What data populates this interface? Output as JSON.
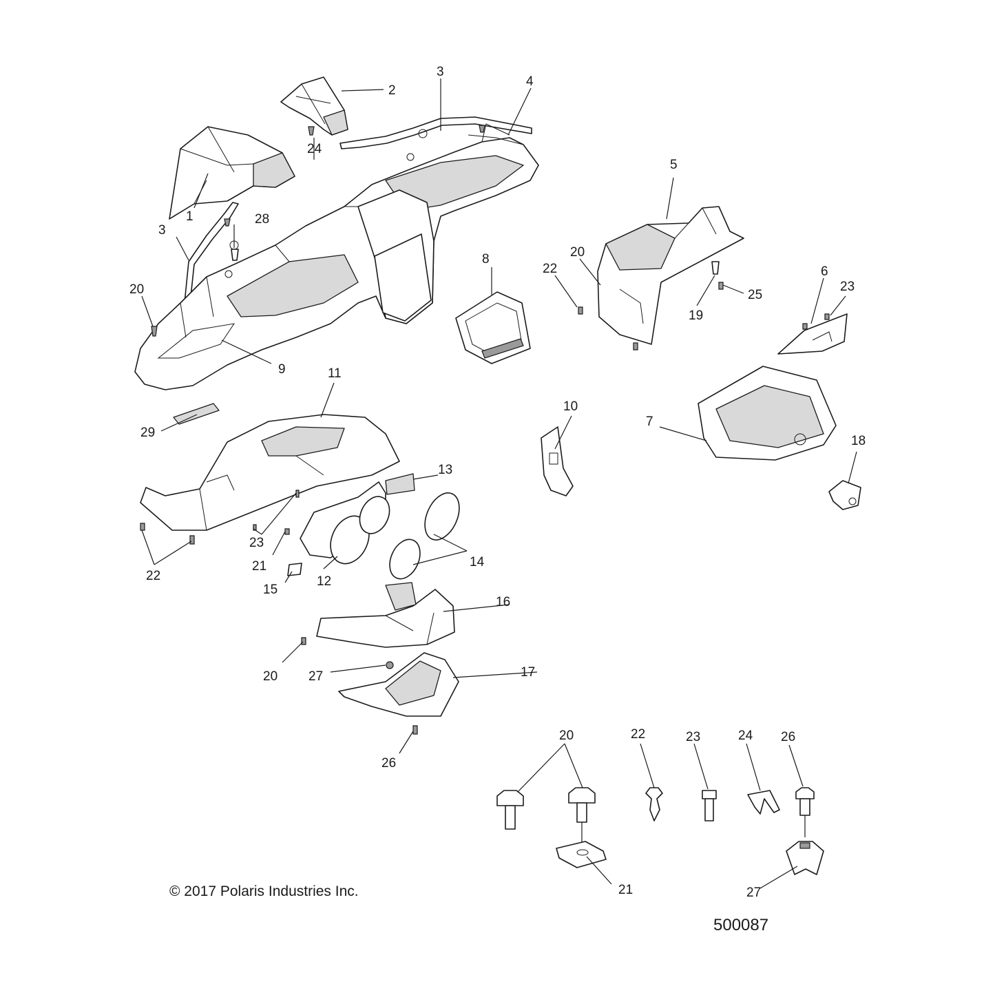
{
  "callouts": {
    "c1": "1",
    "c2": "2",
    "c3a": "3",
    "c3b": "3",
    "c4": "4",
    "c5": "5",
    "c6": "6",
    "c7": "7",
    "c8": "8",
    "c9": "9",
    "c10": "10",
    "c11": "11",
    "c12": "12",
    "c13": "13",
    "c14": "14",
    "c15": "15",
    "c16": "16",
    "c17": "17",
    "c18": "18",
    "c19": "19",
    "c20a": "20",
    "c20b": "20",
    "c20c": "20",
    "c20d": "20",
    "c21a": "21",
    "c21b": "21",
    "c22a": "22",
    "c22b": "22",
    "c22c": "22",
    "c23a": "23",
    "c23b": "23",
    "c23c": "23",
    "c24a": "24",
    "c24b": "24",
    "c25": "25",
    "c26a": "26",
    "c26b": "26",
    "c27a": "27",
    "c27b": "27",
    "c28": "28",
    "c29": "29"
  },
  "copyright": "© 2017 Polaris Industries Inc.",
  "figure_id": "500087"
}
